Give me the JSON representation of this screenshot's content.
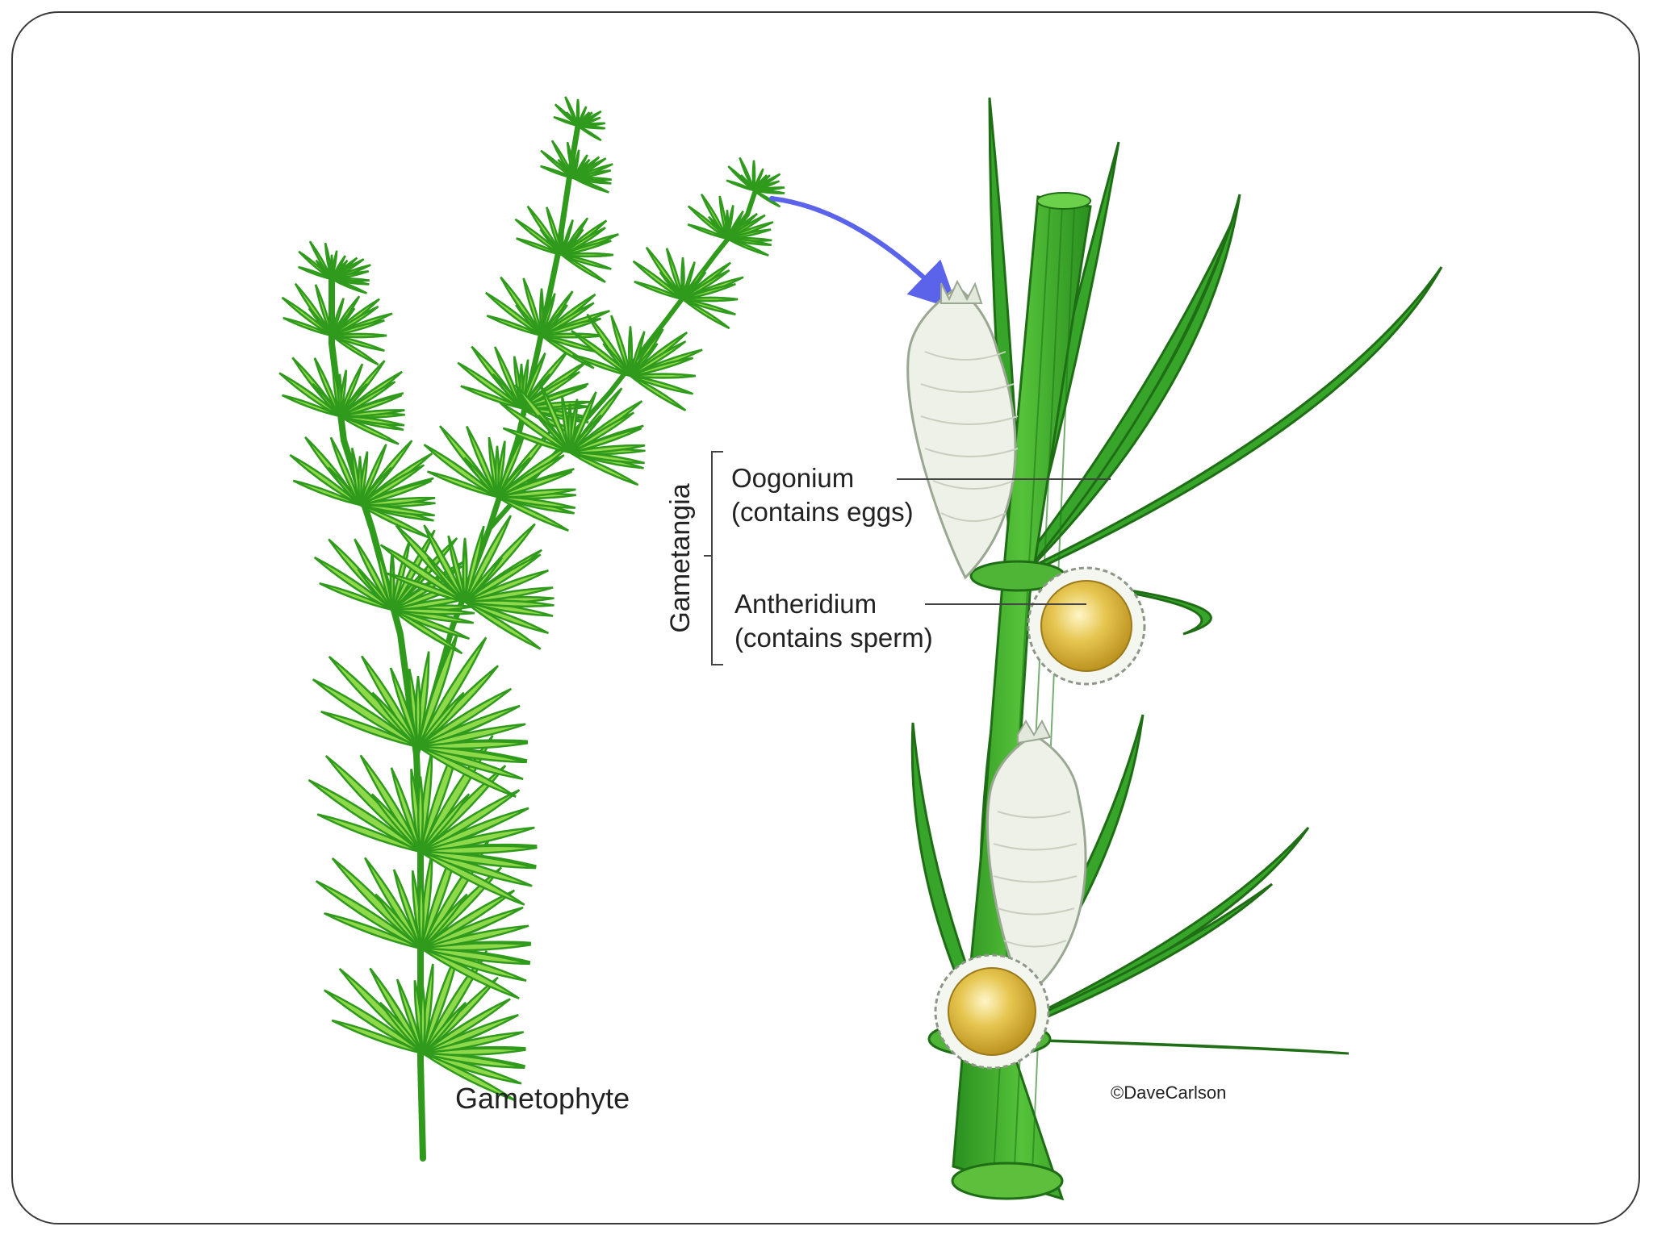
{
  "labels": {
    "gametophyte": "Gametophyte",
    "gametangia": "Gametangia",
    "oogonium": "Oogonium",
    "oogonium_note": "(contains eggs)",
    "antheridium": "Antheridium",
    "antheridium_note": "(contains sperm)",
    "credit": "©DaveCarlson"
  },
  "colors": {
    "leaf_dark": "#2f9a1c",
    "leaf_light": "#8ed94a",
    "stem": "#37a52a",
    "oogonium": "#eef1e8",
    "antheridium": "#d8b43a",
    "arrow": "#5a63ea",
    "line": "#444444"
  },
  "icons": {
    "gametophyte_plant": "branching-green-alga",
    "zoom_arrow": "curved-arrow",
    "magnified_branch": "stem-with-gametangia"
  }
}
